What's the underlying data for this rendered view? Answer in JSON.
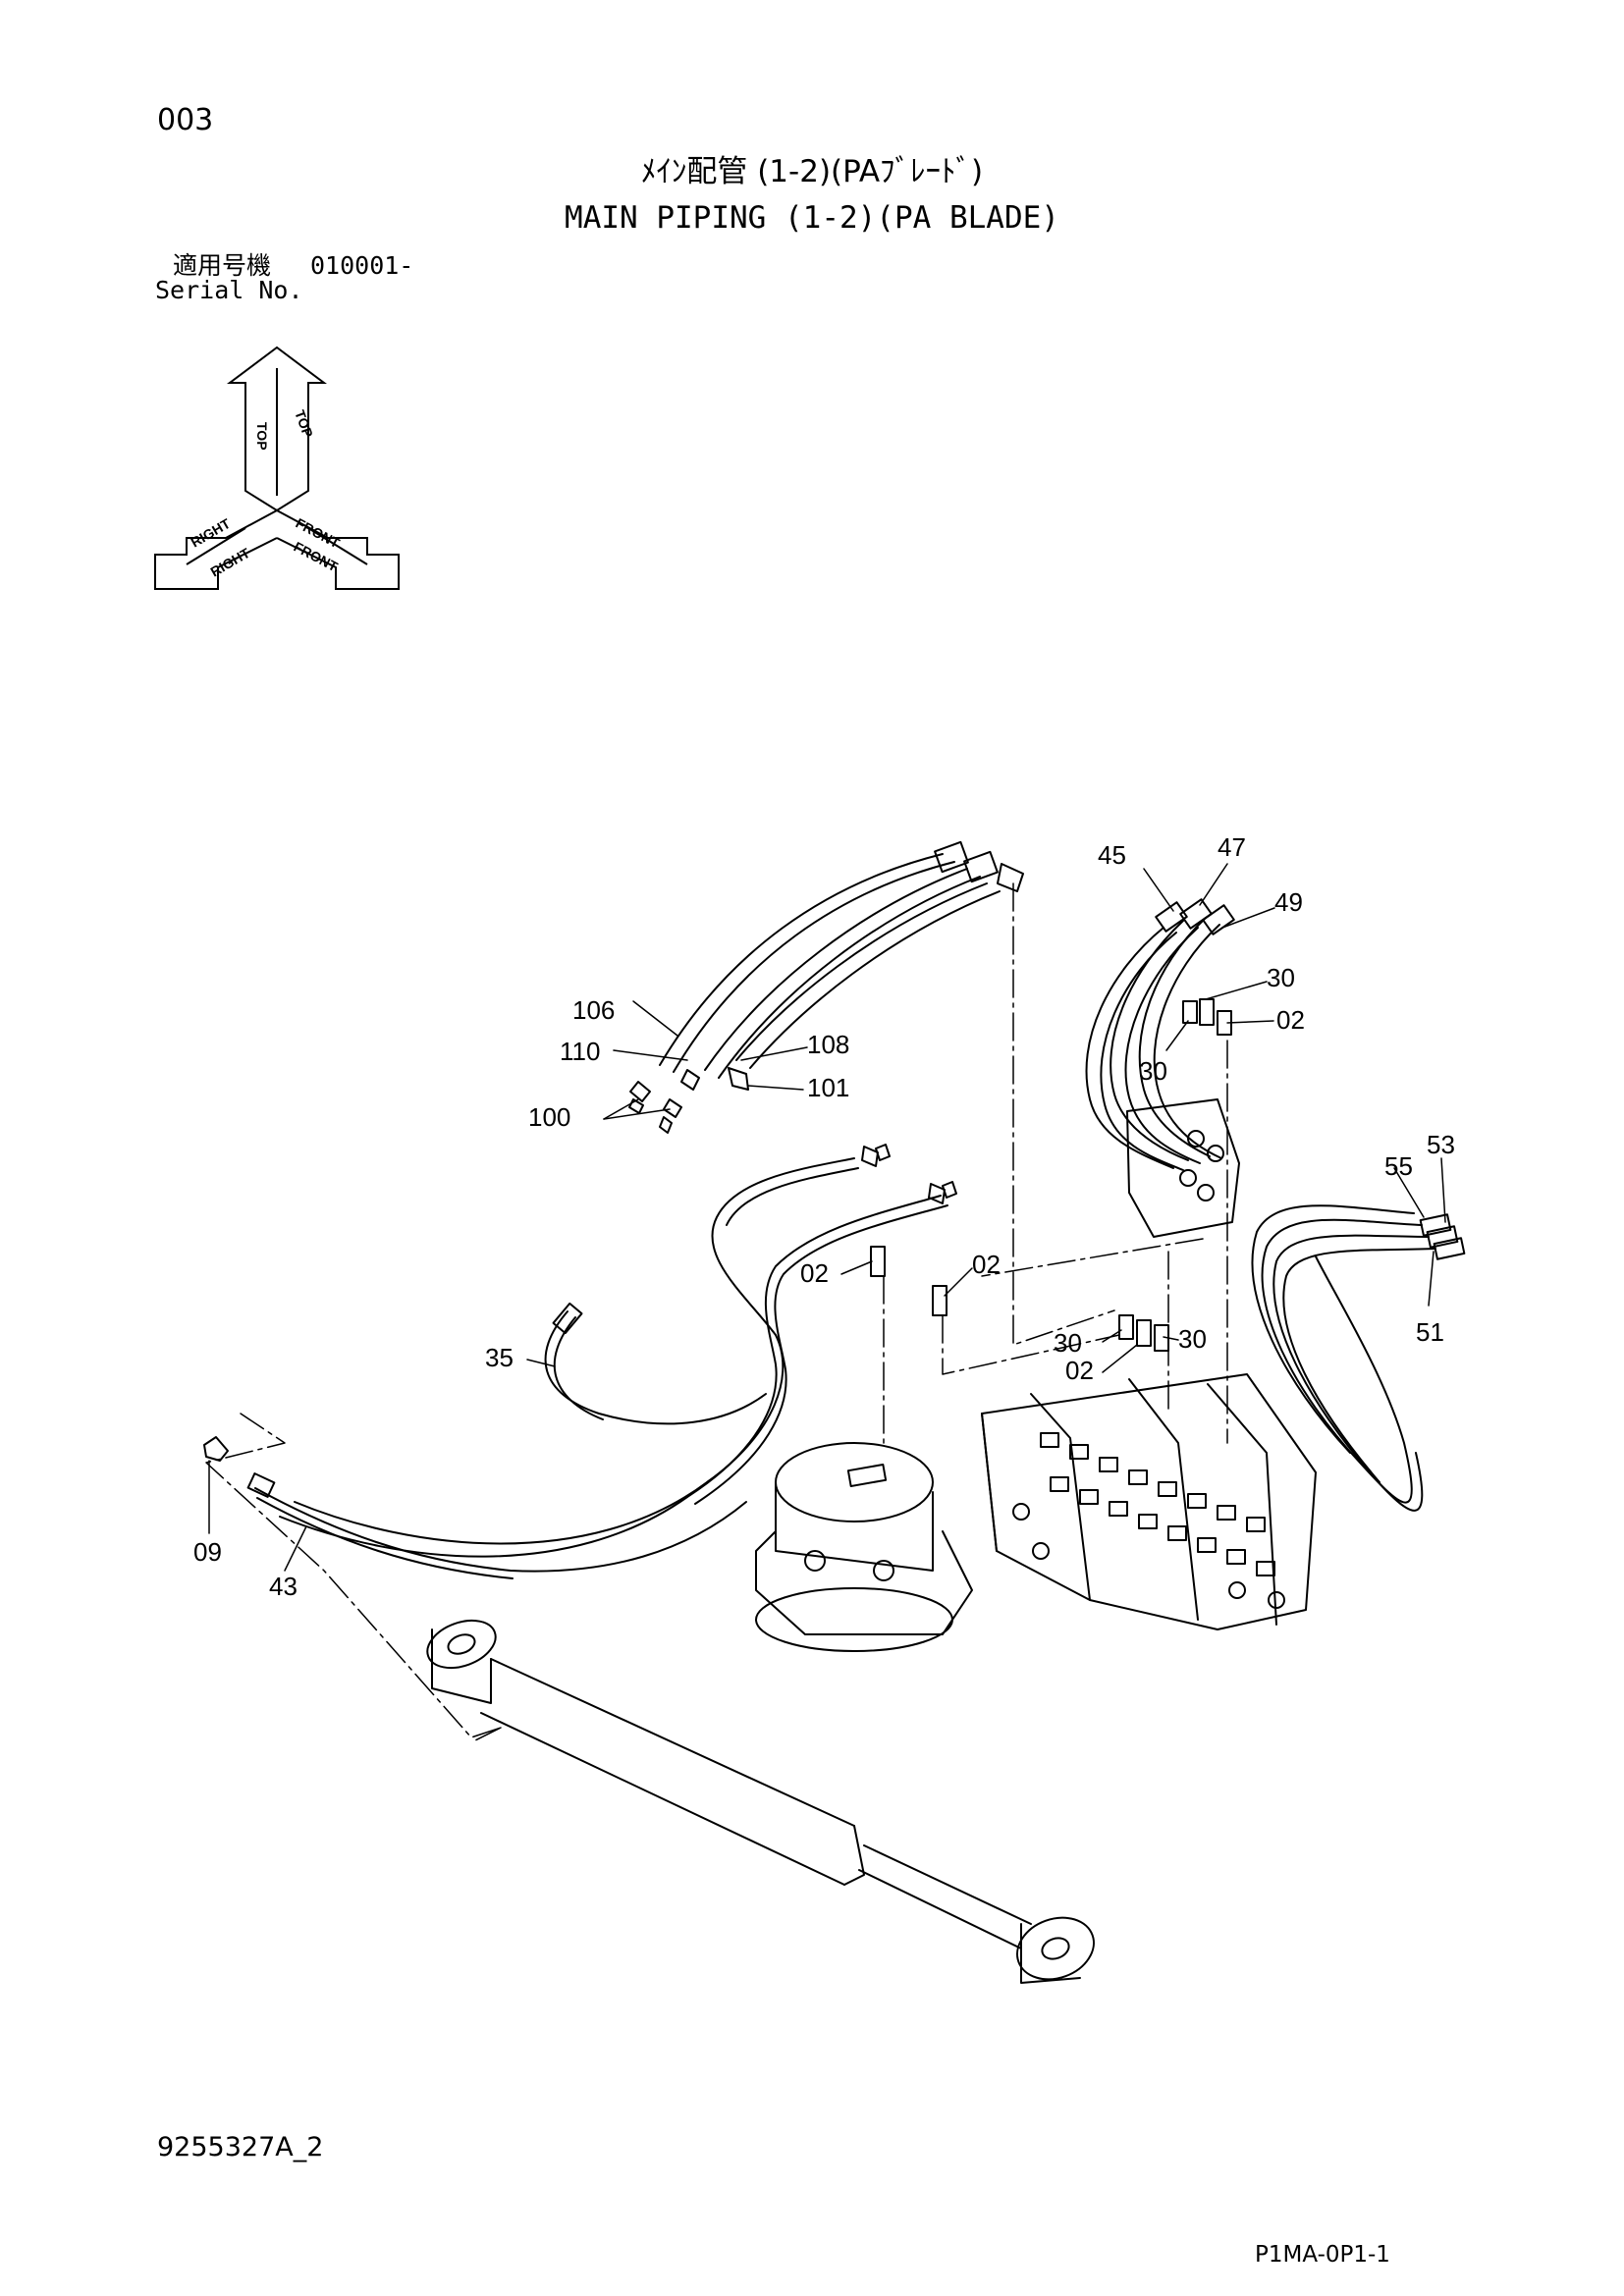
{
  "header": {
    "page_number": "003",
    "title_jp": "ﾒｲﾝ配管 (1-2)(PAﾌﾞﾚｰﾄﾞ)",
    "title_en": "MAIN PIPING (1-2)(PA BLADE)",
    "serial_label_jp": "適用号機",
    "serial_value": "010001-",
    "serial_label_en": "Serial No."
  },
  "orientation": {
    "top": "TOP",
    "right": "RIGHT",
    "front": "FRONT"
  },
  "callouts": {
    "c106": "106",
    "c110": "110",
    "c108": "108",
    "c101": "101",
    "c100": "100",
    "c45": "45",
    "c47": "47",
    "c49": "49",
    "c30a": "30",
    "c02a": "02",
    "c30b": "30",
    "c55": "55",
    "c53": "53",
    "c51": "51",
    "c02b": "02",
    "c02c": "02",
    "c35": "35",
    "c30c": "30",
    "c02d": "02",
    "c30d": "30",
    "c09": "09",
    "c43": "43"
  },
  "footer": {
    "doc_code": "9255327A_2",
    "page_code": "P1MA-0P1-1"
  }
}
